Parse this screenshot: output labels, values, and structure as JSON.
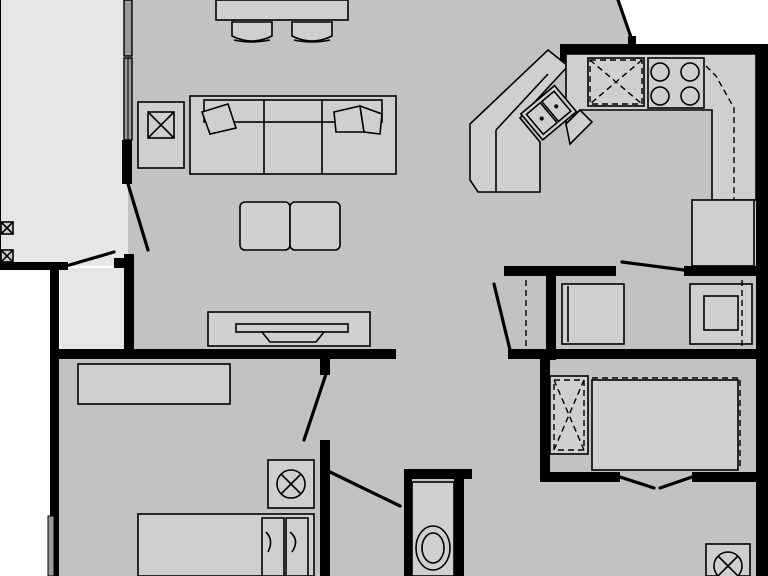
{
  "plan": {
    "colors": {
      "floor": "#c2c2c2",
      "balcony": "#e6e6e6",
      "wall": "#000000",
      "fixture": "#cfcfcf",
      "background": "#ffffff"
    },
    "rooms": [
      "living-dining",
      "kitchen",
      "bedroom",
      "bathroom",
      "closet",
      "laundry",
      "hall",
      "balcony"
    ],
    "text_labels": []
  }
}
